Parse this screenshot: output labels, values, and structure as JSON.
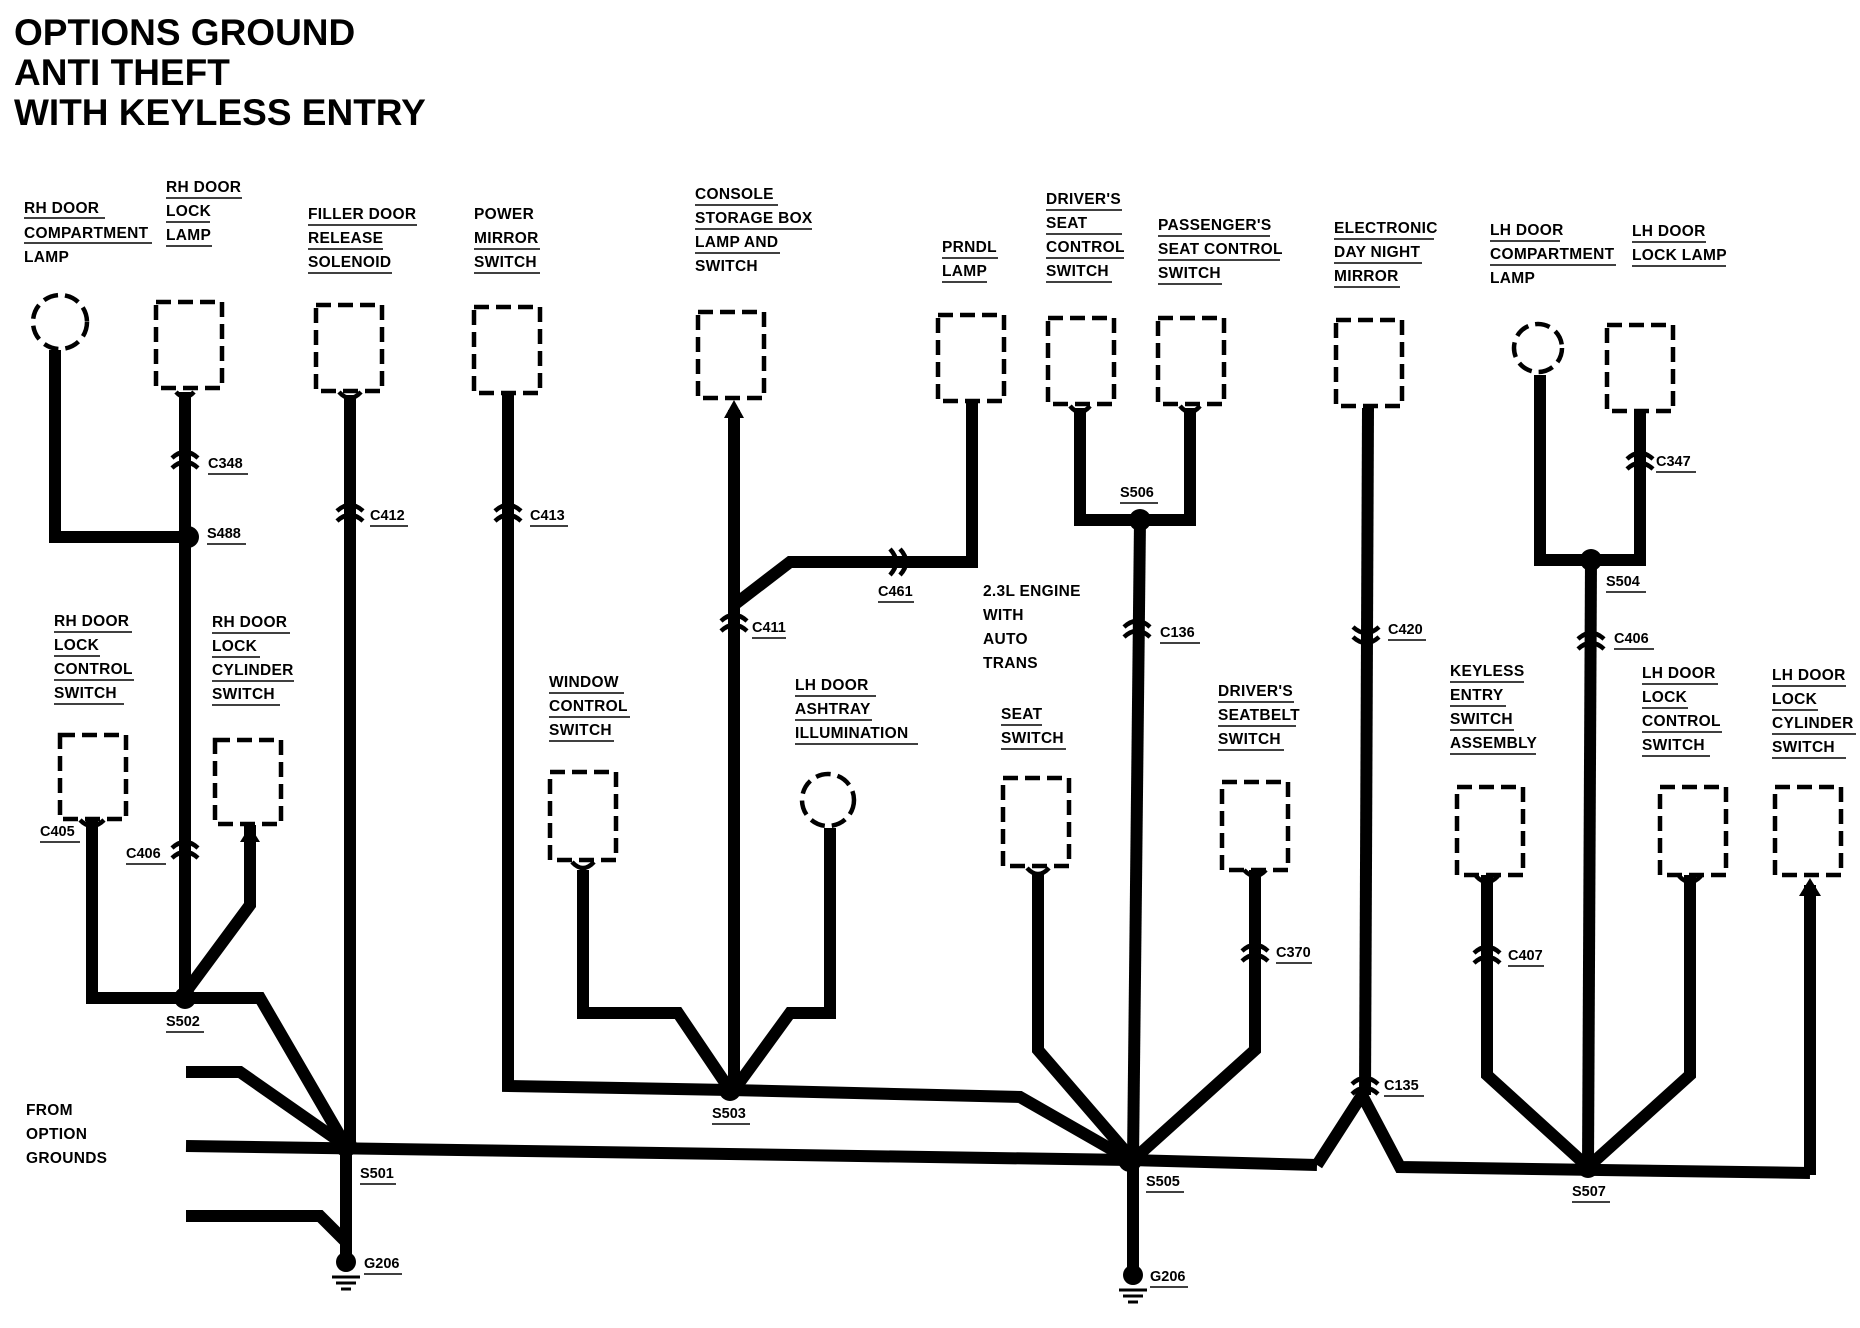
{
  "title": [
    "OPTIONS GROUND",
    "ANTI THEFT",
    "WITH KEYLESS ENTRY"
  ],
  "components": {
    "rh_door_compartment_lamp": [
      "RH DOOR",
      "COMPARTMENT",
      "LAMP"
    ],
    "rh_door_lock_lamp": [
      "RH DOOR",
      "LOCK",
      "LAMP"
    ],
    "filler_door_release_solenoid": [
      "FILLER DOOR",
      "RELEASE",
      "SOLENOID"
    ],
    "power_mirror_switch": [
      "POWER",
      "MIRROR",
      "SWITCH"
    ],
    "console_storage_box_lamp": [
      "CONSOLE",
      "STORAGE BOX",
      "LAMP AND",
      "SWITCH"
    ],
    "prndl_lamp": [
      "PRNDL",
      "LAMP"
    ],
    "drivers_seat_control_switch": [
      "DRIVER'S",
      "SEAT",
      "CONTROL",
      "SWITCH"
    ],
    "passengers_seat_control_switch": [
      "PASSENGER'S",
      "SEAT CONTROL",
      "SWITCH"
    ],
    "electronic_day_night_mirror": [
      "ELECTRONIC",
      "DAY NIGHT",
      "MIRROR"
    ],
    "lh_door_compartment_lamp": [
      "LH DOOR",
      "COMPARTMENT",
      "LAMP"
    ],
    "lh_door_lock_lamp": [
      "LH DOOR",
      "LOCK LAMP"
    ],
    "rh_door_lock_control_switch": [
      "RH DOOR",
      "LOCK",
      "CONTROL",
      "SWITCH"
    ],
    "rh_door_lock_cylinder_switch": [
      "RH DOOR",
      "LOCK",
      "CYLINDER",
      "SWITCH"
    ],
    "window_control_switch": [
      "WINDOW",
      "CONTROL",
      "SWITCH"
    ],
    "lh_door_ashtray_illumination": [
      "LH DOOR",
      "ASHTRAY",
      "ILLUMINATION"
    ],
    "seat_switch": [
      "SEAT",
      "SWITCH"
    ],
    "drivers_seatbelt_switch": [
      "DRIVER'S",
      "SEATBELT",
      "SWITCH"
    ],
    "keyless_entry_switch_assembly": [
      "KEYLESS",
      "ENTRY",
      "SWITCH",
      "ASSEMBLY"
    ],
    "lh_door_lock_control_switch": [
      "LH DOOR",
      "LOCK",
      "CONTROL",
      "SWITCH"
    ],
    "lh_door_lock_cylinder_switch": [
      "LH DOOR",
      "LOCK",
      "CYLINDER",
      "SWITCH"
    ]
  },
  "connectors": {
    "c348": "C348",
    "c412": "C412",
    "c413": "C413",
    "c461": "C461",
    "c411": "C411",
    "c136": "C136",
    "c420": "C420",
    "c347": "C347",
    "c405": "C405",
    "c406a": "C406",
    "c406b": "C406",
    "c370": "C370",
    "c407": "C407",
    "c135": "C135"
  },
  "splices": {
    "s488": "S488",
    "s506": "S506",
    "s504": "S504",
    "s502": "S502",
    "s503": "S503",
    "s501": "S501",
    "s505": "S505",
    "s507": "S507"
  },
  "grounds": {
    "g206a": "G206",
    "g206b": "G206"
  },
  "notes": {
    "engine_note": [
      "2.3L ENGINE",
      "WITH",
      "AUTO",
      "TRANS"
    ],
    "from_option_grounds": [
      "FROM",
      "OPTION",
      "GROUNDS"
    ]
  }
}
